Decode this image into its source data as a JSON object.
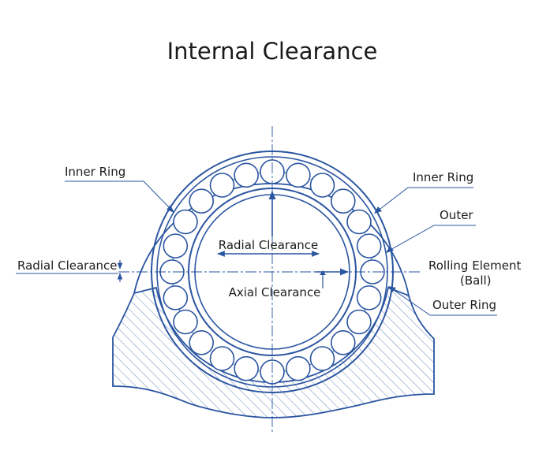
{
  "title": "Internal Clearance",
  "labels": {
    "inner_ring_left": "Inner Ring",
    "inner_ring_right": "Inner Ring",
    "outer": "Outer",
    "radial_clearance_left": "Radial Clearance",
    "radial_clearance_center": "Radial Clearance",
    "axial_clearance": "Axial Clearance",
    "rolling_element_line1": "Rolling Element",
    "rolling_element_line2": "(Ball)",
    "outer_ring": "Outer Ring"
  },
  "colors": {
    "line": "#2a55a0",
    "hatch": "#6a86b8",
    "text": "#1c1c1c"
  },
  "ball_count": 24
}
